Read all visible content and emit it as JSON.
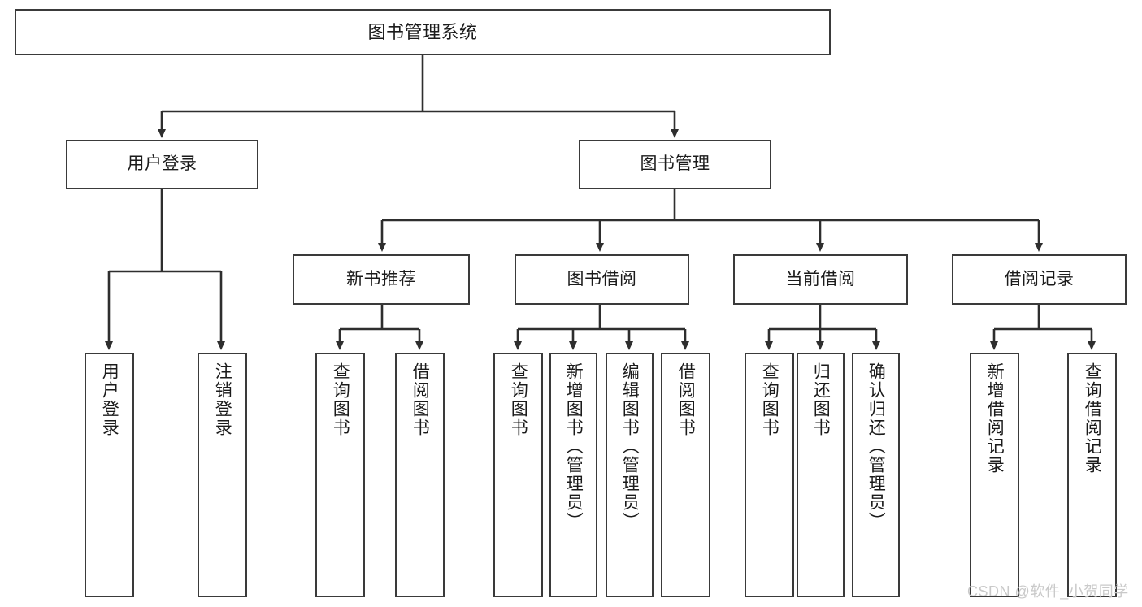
{
  "diagram": {
    "title": "图书管理系统",
    "type": "hierarchy-tree",
    "levels": {
      "root": {
        "label": "图书管理系统"
      },
      "level2": [
        {
          "label": "用户登录"
        },
        {
          "label": "图书管理"
        }
      ],
      "level3": [
        {
          "label": "新书推荐"
        },
        {
          "label": "图书借阅"
        },
        {
          "label": "当前借阅"
        },
        {
          "label": "借阅记录"
        }
      ],
      "level4": [
        {
          "label": "用户登录",
          "parent": "用户登录"
        },
        {
          "label": "注销登录",
          "parent": "用户登录"
        },
        {
          "label": "查询图书",
          "parent": "新书推荐"
        },
        {
          "label": "借阅图书",
          "parent": "新书推荐"
        },
        {
          "label": "查询图书",
          "parent": "图书借阅"
        },
        {
          "label": "新增图书（管理员）",
          "parent": "图书借阅"
        },
        {
          "label": "编辑图书（管理员）",
          "parent": "图书借阅"
        },
        {
          "label": "借阅图书",
          "parent": "图书借阅"
        },
        {
          "label": "查询图书",
          "parent": "当前借阅"
        },
        {
          "label": "归还图书",
          "parent": "当前借阅"
        },
        {
          "label": "确认归还（管理员）",
          "parent": "当前借阅"
        },
        {
          "label": "新增借阅记录",
          "parent": "借阅记录"
        },
        {
          "label": "查询借阅记录",
          "parent": "借阅记录"
        }
      ]
    },
    "colors": {
      "stroke": "#3a3a3a",
      "fill": "#ffffff",
      "text": "#1b1b1b",
      "watermark": "#c9c9c9"
    }
  },
  "watermark": {
    "text": "CSDN @软件_小贺同学"
  }
}
